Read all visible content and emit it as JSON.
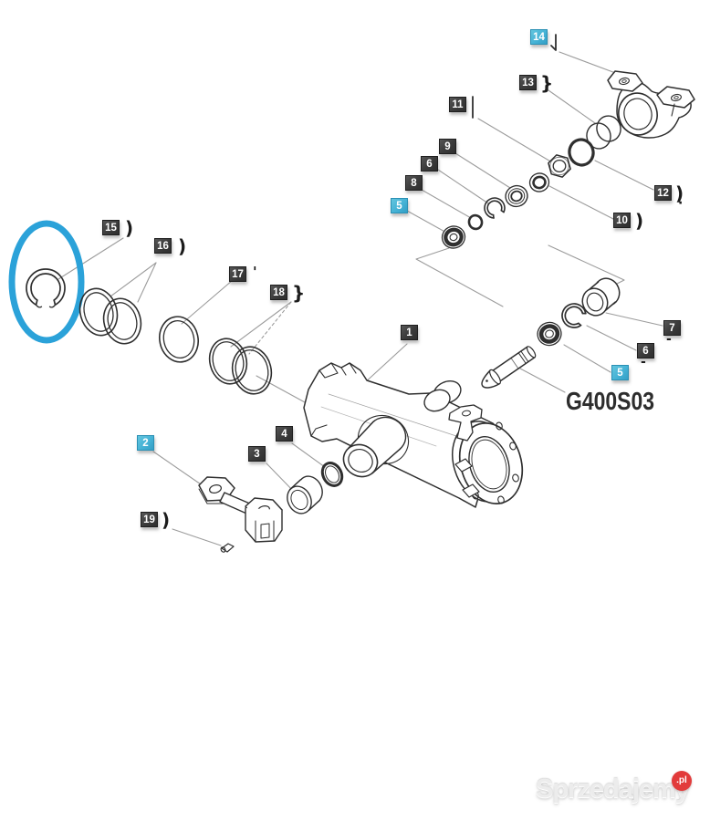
{
  "diagram": {
    "code_label": "G400S03",
    "colors": {
      "highlight_blue": "#2ba2d9",
      "label_dark": "#3c3c3c",
      "label_cyan": "#45b2d5",
      "label_text": "#ffffff",
      "leader_gray": "#9c9c9c",
      "line_dark": "#2f2f2f",
      "watermark_red": "#e23b3b"
    },
    "labels": {
      "n1": {
        "num": "1"
      },
      "n2": {
        "num": "2"
      },
      "n3": {
        "num": "3"
      },
      "n4": {
        "num": "4"
      },
      "n5a": {
        "num": "5"
      },
      "n6a": {
        "num": "6",
        "glyph": ""
      },
      "n8": {
        "num": "8"
      },
      "n9": {
        "num": "9"
      },
      "n10": {
        "num": "10",
        "glyph": ")"
      },
      "n11": {
        "num": "11"
      },
      "n12": {
        "num": "12",
        "glyph": ")"
      },
      "n13": {
        "num": "13",
        "glyph": "}"
      },
      "n14": {
        "num": "14"
      },
      "n15": {
        "num": "15",
        "glyph": ")"
      },
      "n16": {
        "num": "16",
        "glyph": ")"
      },
      "n17": {
        "num": "17",
        "glyph": "'"
      },
      "n18": {
        "num": "18",
        "glyph": "}"
      },
      "n19": {
        "num": "19",
        "glyph": ")"
      },
      "n5b": {
        "num": "5"
      },
      "n6b": {
        "num": "6",
        "glyph": "-"
      },
      "n7": {
        "num": "7",
        "glyph": "-"
      }
    },
    "marks": {
      "dot12": {
        "text": "·"
      }
    },
    "watermark": {
      "name": "Sprzedajemy",
      "tld": ".pl"
    }
  }
}
